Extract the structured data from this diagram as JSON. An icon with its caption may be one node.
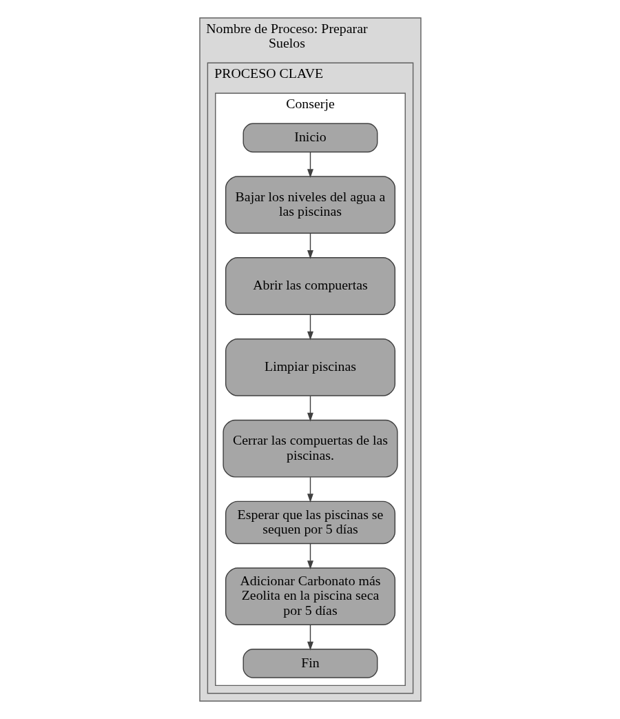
{
  "diagram": {
    "nodes": [
      {
        "text": [
          "Nombre de Proceso: Preparar Suelos"
        ]
      },
      {
        "text": [
          "PROCESO CLAVE"
        ],
        "in": 0
      },
      {
        "text": [
          "Conserje"
        ],
        "in": 1
      },
      {
        "text": [
          "Inicio"
        ],
        "in": 2
      },
      {
        "text": [
          "Bajar los niveles del agua a las piscinas"
        ],
        "in": 2
      },
      {
        "text": [
          "Abrir las compuertas"
        ],
        "in": 2
      },
      {
        "text": [
          "Limpiar piscinas"
        ],
        "in": 2
      },
      {
        "text": [
          "Cerrar las compuertas de las piscinas."
        ],
        "in": 2
      },
      {
        "text": [
          "Esperar que las piscinas se sequen por 5 días"
        ],
        "in": 2
      },
      {
        "text": [
          "Adicionar Carbonato más Zeolita en la piscina seca por 5 días"
        ],
        "in": 2
      },
      {
        "text": [
          "Fin"
        ],
        "in": 2
      }
    ],
    "edges": [
      {
        "from": 3,
        "to": 4,
        "arrow": "to"
      },
      {
        "from": 4,
        "to": 5,
        "arrow": "to"
      },
      {
        "from": 5,
        "to": 6,
        "arrow": "to"
      },
      {
        "from": 6,
        "to": 7,
        "arrow": "to"
      },
      {
        "from": 7,
        "to": 8,
        "arrow": "to"
      },
      {
        "from": 8,
        "to": 9,
        "arrow": "to"
      },
      {
        "from": 9,
        "to": 10,
        "arrow": "to"
      }
    ]
  }
}
